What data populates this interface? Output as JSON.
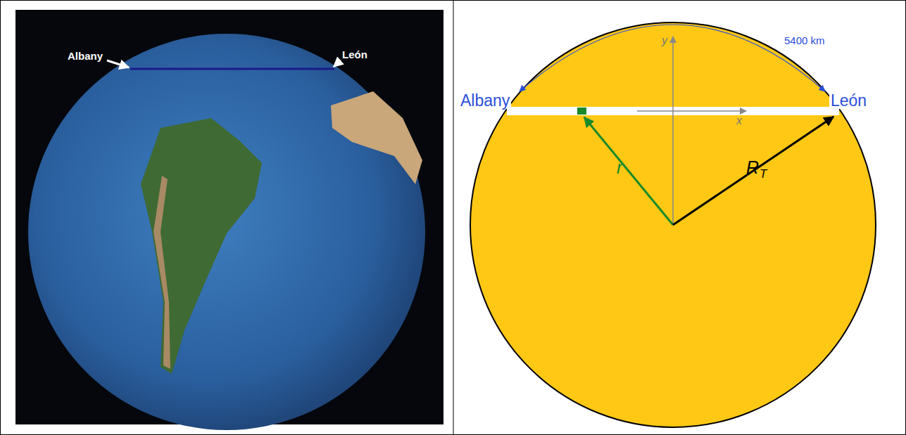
{
  "diagram": {
    "labels": [
      "Albany",
      "León",
      "5400 km",
      "y",
      "x",
      "Albany",
      "León",
      "r",
      "R",
      "T"
    ]
  }
}
